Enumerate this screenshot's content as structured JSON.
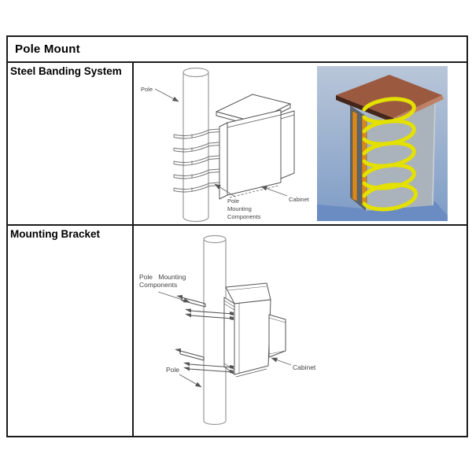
{
  "header": {
    "title": "Pole Mount"
  },
  "rows": [
    {
      "label": "Steel Banding System",
      "diagram_labels": {
        "pole": "Pole",
        "components": [
          "Pole",
          "Mounting",
          "Components"
        ],
        "cabinet": "Cabinet"
      }
    },
    {
      "label": "Mounting Bracket",
      "diagram_labels": {
        "components_line1": "Pole Mounting",
        "components_line2": "Components",
        "pole": "Pole",
        "cabinet": "Cabinet"
      }
    }
  ],
  "render_3d": {
    "colors": {
      "sky_top": "#b9c6d8",
      "sky_bottom": "#7e9cc6",
      "ground_blue": "#6b8cc2",
      "roof": "#9b5a40",
      "roof_edge_dark": "#46261a",
      "roof_edge_light": "#bf8165",
      "cabinet_side_dark": "#5a6570",
      "cabinet_side_light": "#aab3bb",
      "rail_orange": "#d8891e",
      "band_yellow": "#e4e000"
    }
  },
  "colors": {
    "table_border": "#1b1b1b",
    "diagram_line": "#555555",
    "pole_line": "#9a9a9a",
    "diagram_text": "#444444",
    "page_bg": "#ffffff"
  }
}
